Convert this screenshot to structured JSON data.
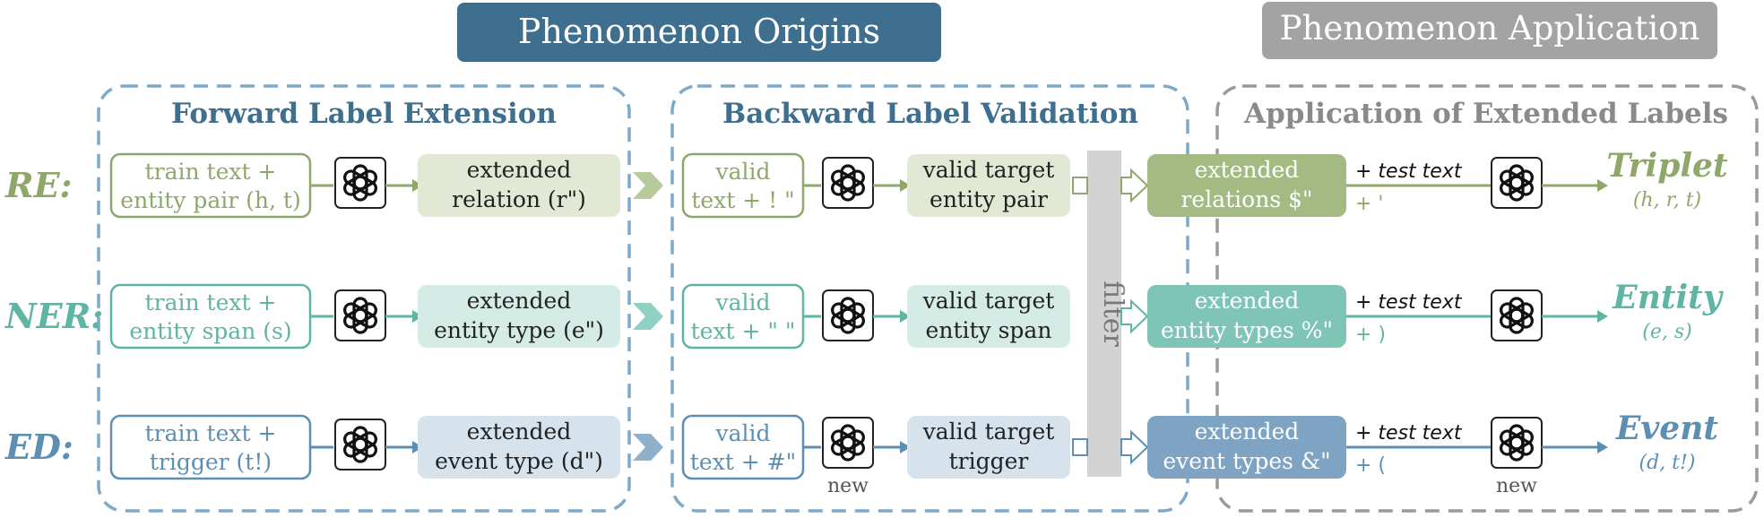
{
  "headers": {
    "origins": "Phenomenon Origins",
    "application": "Phenomenon Application"
  },
  "sections": {
    "forward": "Forward Label Extension",
    "backward": "Backward Label Validation",
    "apply": "Application of Extended Labels"
  },
  "filter_label": "filter",
  "new_label": "new",
  "model_icon": "openai-logo-icon",
  "colors": {
    "re": "#8fa86a",
    "ner": "#5fb5a3",
    "ed": "#5d8fb3",
    "origins_header": "#3e6f8e",
    "application_header": "#a3a3a3",
    "dashed_border": "#7fa9c8",
    "filter_bar": "#d3d3d3"
  },
  "rows": {
    "re": {
      "label": "RE:",
      "input_line1": "train text +",
      "input_line2": "entity pair (h, t)",
      "extended_line1": "extended",
      "extended_line2": "relation  (r\")",
      "valid_line1": "valid",
      "valid_line2": "text + ! \"",
      "target_line1": "valid target",
      "target_line2": "entity pair",
      "applied_line1": "extended",
      "applied_line2": "relations  $\"",
      "test_line1": "+ test text",
      "test_line2": "+  '",
      "output_title": "Triplet",
      "output_sub": "(h, r, t)"
    },
    "ner": {
      "label": "NER:",
      "input_line1": "train text +",
      "input_line2": "entity span (s)",
      "extended_line1": "extended",
      "extended_line2": "entity type (e\")",
      "valid_line1": "valid",
      "valid_line2": "text + \" \"",
      "target_line1": "valid target",
      "target_line2": "entity span",
      "applied_line1": "extended",
      "applied_line2": "entity types %\"",
      "test_line1": "+ test text",
      "test_line2": "+ )",
      "output_title": "Entity",
      "output_sub": "(e, s)"
    },
    "ed": {
      "label": "ED:",
      "input_line1": "train text +",
      "input_line2": "trigger    (t!)",
      "extended_line1": "extended",
      "extended_line2": "event type (d\")",
      "valid_line1": "valid",
      "valid_line2": "text + #\"",
      "target_line1": "valid target",
      "target_line2": "trigger",
      "applied_line1": "extended",
      "applied_line2": "event types &\"",
      "test_line1": "+ test text",
      "test_line2": "+ (",
      "output_title": "Event",
      "output_sub": "(d, t!)"
    }
  }
}
